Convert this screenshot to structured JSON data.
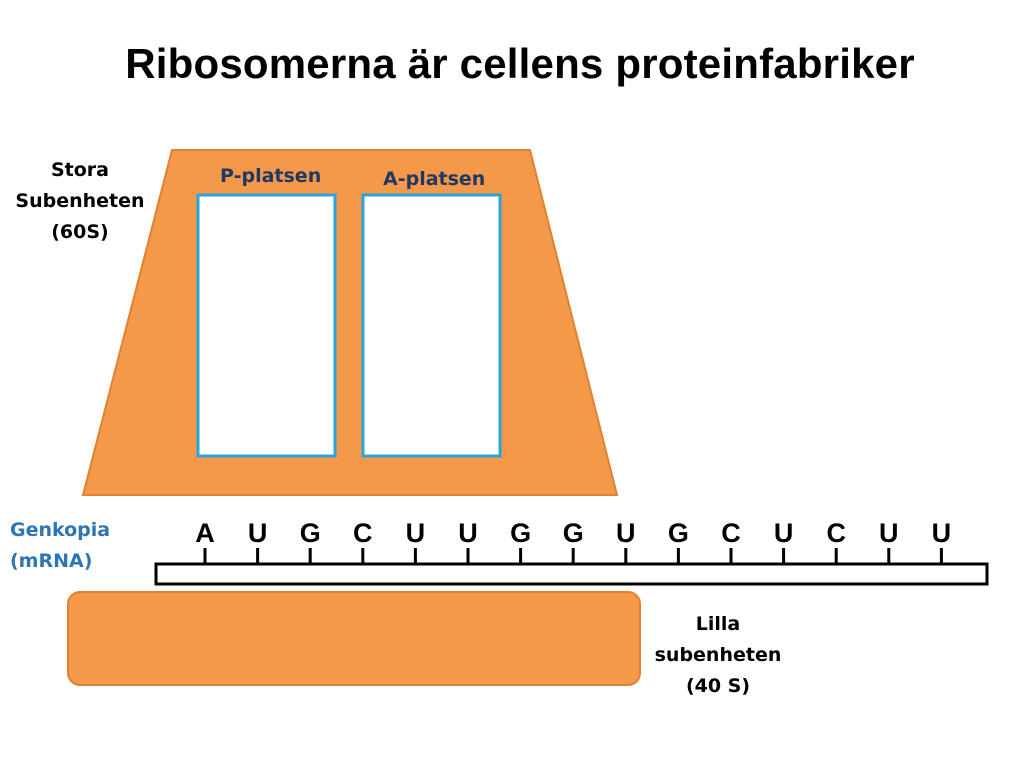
{
  "title": "Ribosomerna är cellens proteinfabriker",
  "large_subunit": {
    "label_lines": [
      "Stora",
      "Subenheten",
      "(60S)"
    ],
    "color": "#f4984a",
    "edge_color": "#e0822f"
  },
  "sites": {
    "p_label": "P-platsen",
    "a_label": "A-platsen",
    "border_color": "#29a5dc"
  },
  "mrna": {
    "label_lines": [
      "Genkopia",
      "(mRNA)"
    ],
    "label_color": "#2e75b6",
    "bases": [
      "A",
      "U",
      "G",
      "C",
      "U",
      "U",
      "G",
      "G",
      "U",
      "G",
      "C",
      "U",
      "C",
      "U",
      "U"
    ]
  },
  "small_subunit": {
    "label_lines": [
      "Lilla",
      "subenheten",
      "(40 S)"
    ],
    "color": "#f4984a"
  }
}
